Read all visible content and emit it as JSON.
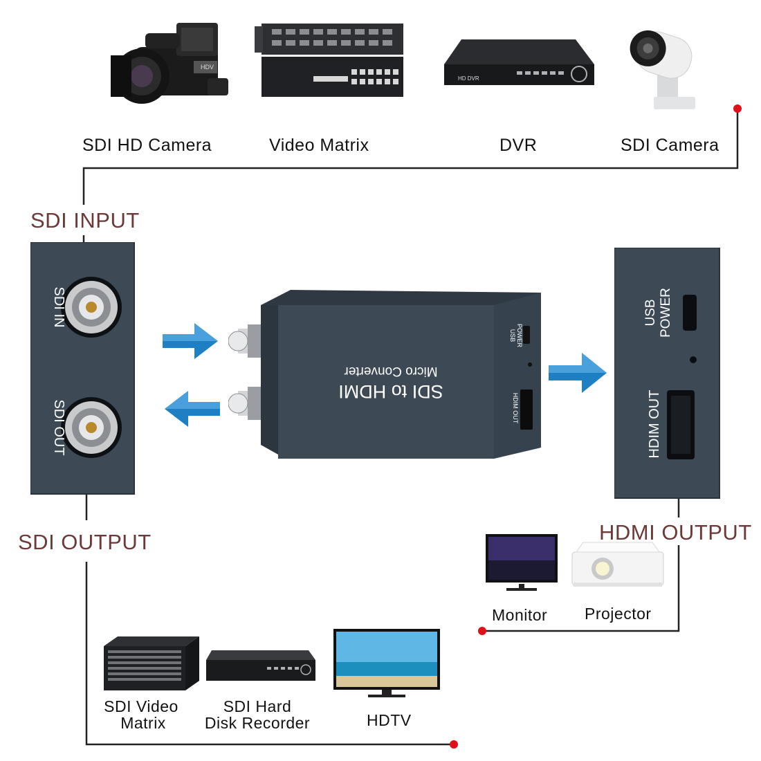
{
  "sources": {
    "sdi_hd_camera": "SDI HD Camera",
    "video_matrix": "Video Matrix",
    "dvr": "DVR",
    "sdi_camera": "SDI Camera"
  },
  "sections": {
    "sdi_input": "SDI INPUT",
    "sdi_output": "SDI OUTPUT",
    "hdmi_output": "HDMI OUTPUT"
  },
  "panels": {
    "sdi_in": "SDI IN",
    "sdi_out": "SDI OUT",
    "usb_power_1": "USB",
    "usb_power_2": "POWER",
    "hdmi_out": "HDIM OUT"
  },
  "device": {
    "line1": "SDI to HDMI",
    "line2": "Micro Converter",
    "usb_small_1": "USB",
    "usb_small_2": "POWER",
    "hdmi_small": "HDIM OUT",
    "dvr_brand": "HD DVR"
  },
  "hdmi_targets": {
    "monitor": "Monitor",
    "projector": "Projector"
  },
  "sdi_targets": {
    "video_matrix_1": "SDI Video",
    "video_matrix_2": "Matrix",
    "hard_disk_1": "SDI Hard",
    "hard_disk_2": "Disk Recorder",
    "hdtv": "HDTV"
  },
  "colors": {
    "line": "#222222",
    "dot": "#e0101a",
    "section_text": "#6b3a38",
    "panel": "#3d4a56",
    "arrow": "#1f7fc4"
  },
  "icons": [
    "camcorder-icon",
    "video-matrix-icon",
    "dvr-icon",
    "security-camera-icon",
    "monitor-icon",
    "projector-icon",
    "rack-matrix-icon",
    "hard-disk-recorder-icon",
    "hdtv-icon",
    "arrow-right-icon",
    "arrow-left-icon"
  ]
}
